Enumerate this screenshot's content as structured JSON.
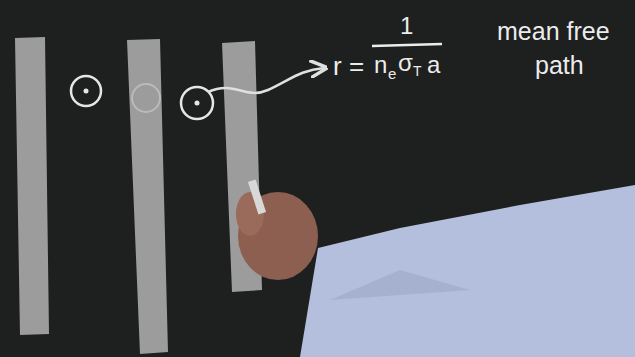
{
  "diagram": {
    "labels": [
      "r =",
      "1",
      "n",
      "e",
      "σ",
      "T",
      "a",
      "mean free",
      "path"
    ]
  }
}
